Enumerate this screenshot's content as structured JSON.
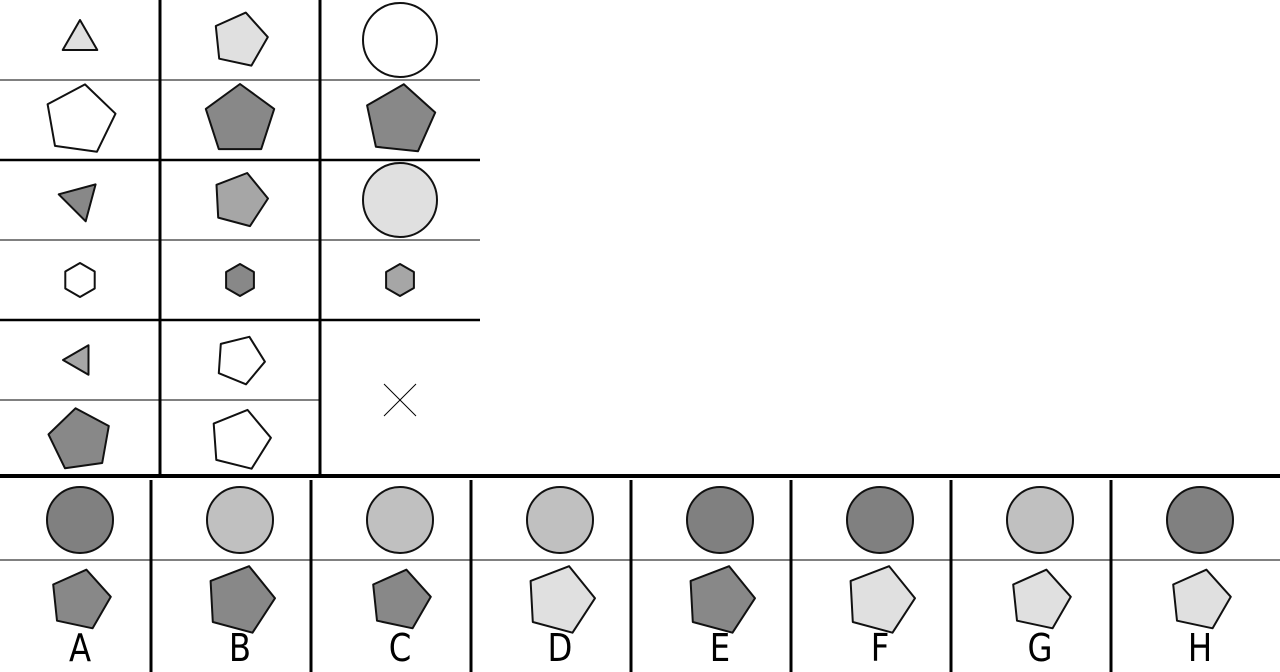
{
  "colors": {
    "white": "#ffffff",
    "light": "#e0e0e0",
    "silver": "#c0c0c0",
    "medium": "#a6a6a6",
    "dark": "#888888",
    "darker": "#808080",
    "stroke": "#111111"
  },
  "matrix": {
    "rows": [
      [
        [
          {
            "shape": "triangle",
            "fill": "light",
            "rot": 0
          },
          {
            "shape": "pentagon",
            "fill": "white",
            "rot": 8
          }
        ],
        [
          {
            "shape": "pentagon",
            "fill": "light",
            "rot": 12
          },
          {
            "shape": "pentagon",
            "fill": "dark",
            "rot": 0
          }
        ],
        [
          {
            "shape": "circle",
            "fill": "white"
          },
          {
            "shape": "pentagon",
            "fill": "dark",
            "rot": 6
          }
        ]
      ],
      [
        [
          {
            "shape": "triangle",
            "fill": "dark",
            "rot": 45
          },
          {
            "shape": "hexagon",
            "fill": "white",
            "rot": 0
          }
        ],
        [
          {
            "shape": "pentagon",
            "fill": "medium",
            "rot": 15
          },
          {
            "shape": "hexagon",
            "fill": "dark",
            "rot": 0
          }
        ],
        [
          {
            "shape": "circle",
            "fill": "light"
          },
          {
            "shape": "hexagon",
            "fill": "medium",
            "rot": 0
          }
        ]
      ],
      [
        [
          {
            "shape": "triangle",
            "fill": "medium",
            "rot": -90
          },
          {
            "shape": "pentagon",
            "fill": "dark",
            "rot": -8
          }
        ],
        [
          {
            "shape": "pentagon",
            "fill": "white",
            "rot": 22
          },
          {
            "shape": "pentagon",
            "fill": "white",
            "rot": 14
          }
        ],
        null
      ]
    ],
    "missing_marker": "cross"
  },
  "options": [
    {
      "label": "A",
      "top": {
        "shape": "circle",
        "fill": "darker"
      },
      "bottom": {
        "shape": "pentagon",
        "fill": "dark",
        "rot": 12
      }
    },
    {
      "label": "B",
      "top": {
        "shape": "circle",
        "fill": "silver"
      },
      "bottom": {
        "shape": "pentagon",
        "fill": "dark",
        "rot": 15
      }
    },
    {
      "label": "C",
      "top": {
        "shape": "circle",
        "fill": "silver"
      },
      "bottom": {
        "shape": "pentagon",
        "fill": "dark",
        "rot": 12
      }
    },
    {
      "label": "D",
      "top": {
        "shape": "circle",
        "fill": "silver"
      },
      "bottom": {
        "shape": "pentagon",
        "fill": "light",
        "rot": 15
      }
    },
    {
      "label": "E",
      "top": {
        "shape": "circle",
        "fill": "darker"
      },
      "bottom": {
        "shape": "pentagon",
        "fill": "dark",
        "rot": 15
      }
    },
    {
      "label": "F",
      "top": {
        "shape": "circle",
        "fill": "darker"
      },
      "bottom": {
        "shape": "pentagon",
        "fill": "light",
        "rot": 15
      }
    },
    {
      "label": "G",
      "top": {
        "shape": "circle",
        "fill": "silver"
      },
      "bottom": {
        "shape": "pentagon",
        "fill": "light",
        "rot": 12
      }
    },
    {
      "label": "H",
      "top": {
        "shape": "circle",
        "fill": "darker"
      },
      "bottom": {
        "shape": "pentagon",
        "fill": "light",
        "rot": 12
      }
    }
  ]
}
